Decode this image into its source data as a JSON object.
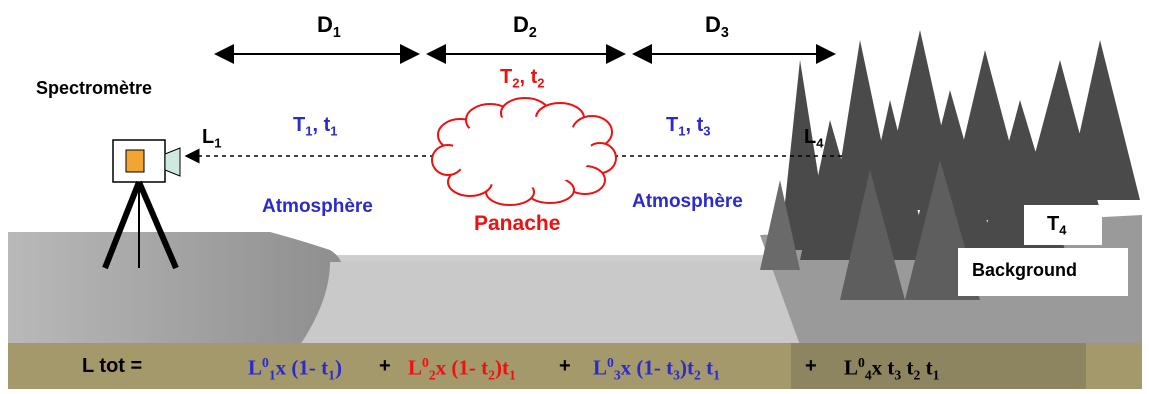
{
  "labels": {
    "d1": {
      "base": "D",
      "sub": "1"
    },
    "d2": {
      "base": "D",
      "sub": "2"
    },
    "d3": {
      "base": "D",
      "sub": "3"
    },
    "spectrometer": "Spectromètre",
    "t2": {
      "a": "T",
      "a_sub": "2",
      "sep": ", t",
      "b_sub": "2"
    },
    "t1_left": {
      "a": "T",
      "a_sub": "1",
      "sep": ", t",
      "b_sub": "1"
    },
    "t1_right": {
      "a": "T",
      "a_sub": "1",
      "sep": ", t",
      "b_sub": "3"
    },
    "l1": {
      "base": "L",
      "sub": "1"
    },
    "l4": {
      "base": "L",
      "sub": "4"
    },
    "atmosphere_left": "Atmosphère",
    "atmosphere_right": "Atmosphère",
    "panache": "Panache",
    "t4": {
      "base": "T",
      "sub": "4"
    },
    "background": "Background"
  },
  "formula": {
    "lhs": "L tot   =",
    "term1": {
      "L": "L",
      "sup": "0",
      "sub": "1",
      "rest": "x (1- t",
      "rest_sub": "1",
      "close": ")"
    },
    "plus1": "+",
    "term2": {
      "L": "L",
      "sup": "0",
      "sub": "2",
      "rest": "x (1- t",
      "rest_sub": "2",
      "close": ")t",
      "close_sub": "1"
    },
    "plus2": "+",
    "term3": {
      "L": "L",
      "sup": "0",
      "sub": "3",
      "rest": "x (1- t",
      "rest_sub": "3",
      "close": ")t",
      "close_sub": "2",
      "tail": " t",
      "tail_sub": "1"
    },
    "plus3": "+",
    "term4": {
      "L": "L",
      "sup": "0",
      "sub": "4",
      "rest": "x t",
      "rest_sub": "3",
      "mid": "t",
      "mid_sub": "2",
      "tail": "t",
      "tail_sub": "1"
    }
  },
  "colors": {
    "blue": "#2b2bcc",
    "red": "#ee1111",
    "bar": "#a4996a",
    "ground": "#b9b9b9",
    "trees": "#555555"
  }
}
